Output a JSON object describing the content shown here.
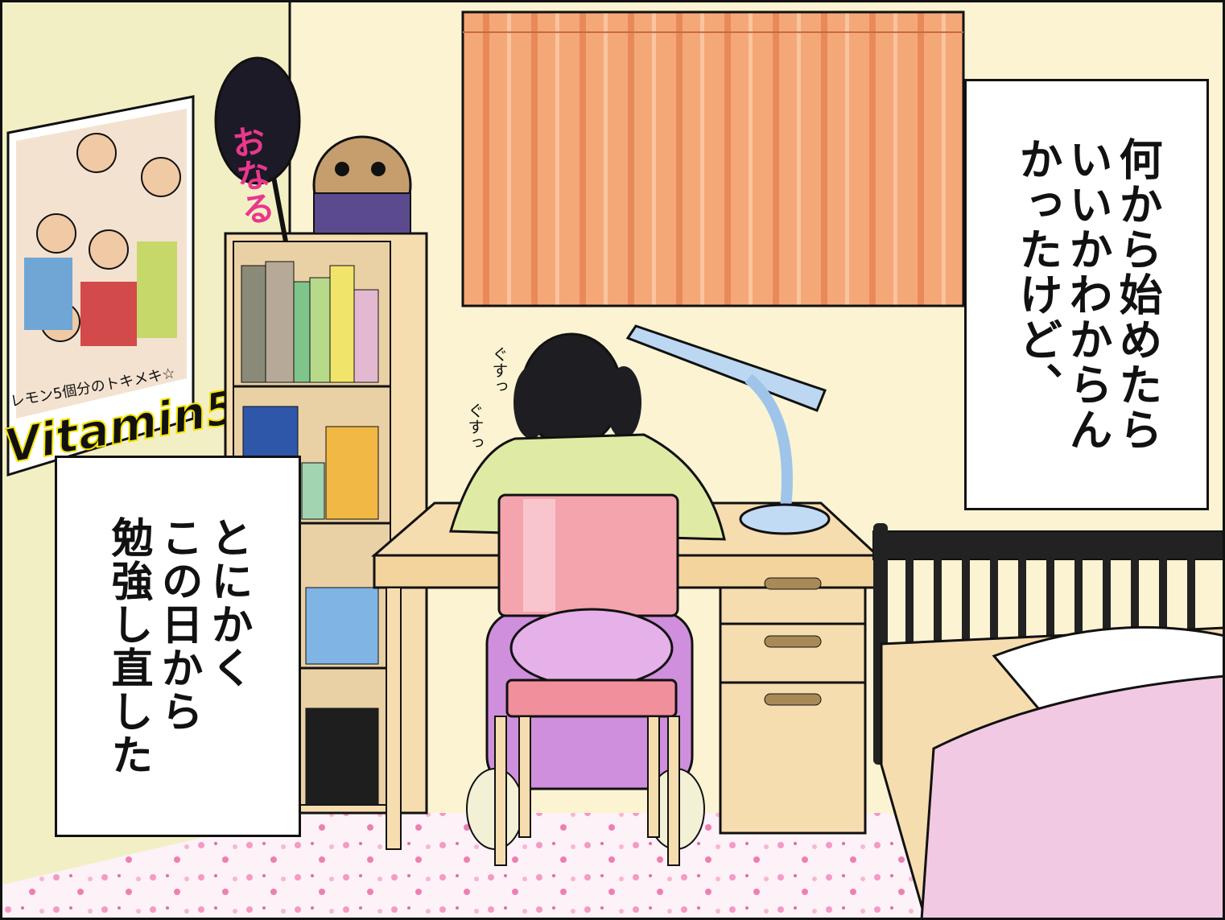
{
  "captions": {
    "right": "何から始めたら\nいいかわからん\nかったけど、",
    "left": "とにかく\nこの日から\n勉強し直した"
  },
  "poster": {
    "tagline": "レモン5個分のトキメキ☆",
    "title": "Vitamin5"
  },
  "fan": {
    "text": "おなる"
  },
  "sfx": {
    "sniff_1": "ぐすっ",
    "sniff_2": "ぐすっ"
  },
  "colors": {
    "wall": "#fbf3d2",
    "wall_left": "#f5f0c6",
    "curtain": "#f2a574",
    "desk": "#f6ddb0",
    "chair": "#f4a4ad",
    "floor": "#fbe4ef",
    "bed": "#f2c9e2",
    "outline": "#111111"
  }
}
